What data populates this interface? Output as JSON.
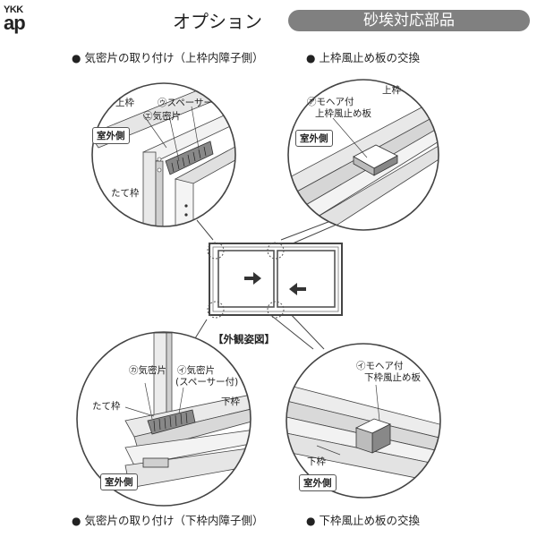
{
  "brand": {
    "line1": "YKK",
    "line2": "ap"
  },
  "header": {
    "title": "オプション",
    "badge": "砂埃対応部品"
  },
  "captions": {
    "top_left": "気密片の取り付け（上枠内障子側）",
    "top_right": "上枠風止め板の交換",
    "bottom_left": "気密片の取り付け（下枠内障子側）",
    "bottom_right": "下枠風止め板の交換"
  },
  "bullet": "●",
  "panel_tl": {
    "labels": {
      "top_frame": "上枠",
      "spacer": "㋒スペーサー",
      "seal": "㋓気密片",
      "side_frame": "たて枠"
    },
    "tag": "室外側"
  },
  "panel_tr": {
    "labels": {
      "mohair_part": "㋐モヘア付",
      "mohair_part2": "上枠風止め板",
      "top_frame": "上枠"
    },
    "tag": "室外側"
  },
  "panel_bl": {
    "labels": {
      "seal_a": "㋕気密片",
      "seal_b": "㋑気密片",
      "seal_b2": "(スペーサー付)",
      "side_frame": "たて枠",
      "bottom_frame": "下枠"
    },
    "tag": "室外側"
  },
  "panel_br": {
    "labels": {
      "mohair_part": "㋑モヘア付",
      "mohair_part2": "下枠風止め板",
      "bottom_frame": "下枠"
    },
    "tag": "室外側"
  },
  "overview": {
    "label": "【外観姿図】"
  },
  "icons": {
    "arrow_right": "arrow-right-icon",
    "arrow_left": "arrow-left-icon"
  }
}
